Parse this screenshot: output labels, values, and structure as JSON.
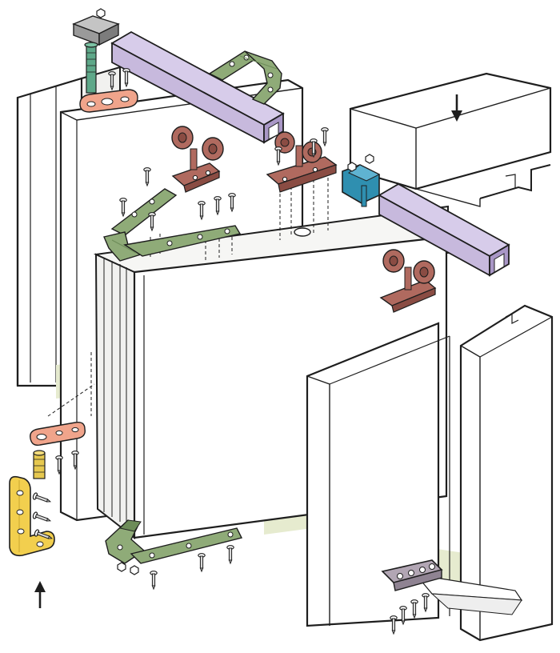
{
  "diagram": {
    "type": "exploded-assembly",
    "labels": [],
    "colors": {
      "outline": "#1e1e1e",
      "panel": "#ffffff",
      "panel_shade": "#f1f1ef",
      "floor": "#e6ebcf",
      "track": "#c7b9dd",
      "track_dark": "#a997c6",
      "hinge": "#8fab78",
      "hinge_dark": "#6d8c59",
      "roller": "#b06a5f",
      "roller_dark": "#8a4c43",
      "pivot_plate": "#f0a48b",
      "clamp_top": "#9a9a9a",
      "bolt": "#5ea889",
      "connector": "#2f8fb0",
      "brass": "#e6c84f",
      "bracket": "#f2cf4e",
      "floor_guide": "#b2a6b4",
      "screw": "#d8d8d8"
    },
    "components": [
      "left-jamb-panel",
      "door-leaf-1",
      "door-leaf-2",
      "right-jamb-panel",
      "header-block",
      "top-track-left",
      "top-track-right",
      "top-hinge-upper",
      "top-hinge-middle",
      "bottom-hinge",
      "roller-hanger-1",
      "roller-hanger-2",
      "roller-hanger-3",
      "track-connector",
      "top-pivot-clamp",
      "top-pivot-bolt",
      "top-pivot-plate",
      "bottom-pivot-plate",
      "bottom-pivot-bushing",
      "bottom-l-bracket",
      "floor-guide",
      "down-arrow",
      "up-arrow"
    ]
  }
}
